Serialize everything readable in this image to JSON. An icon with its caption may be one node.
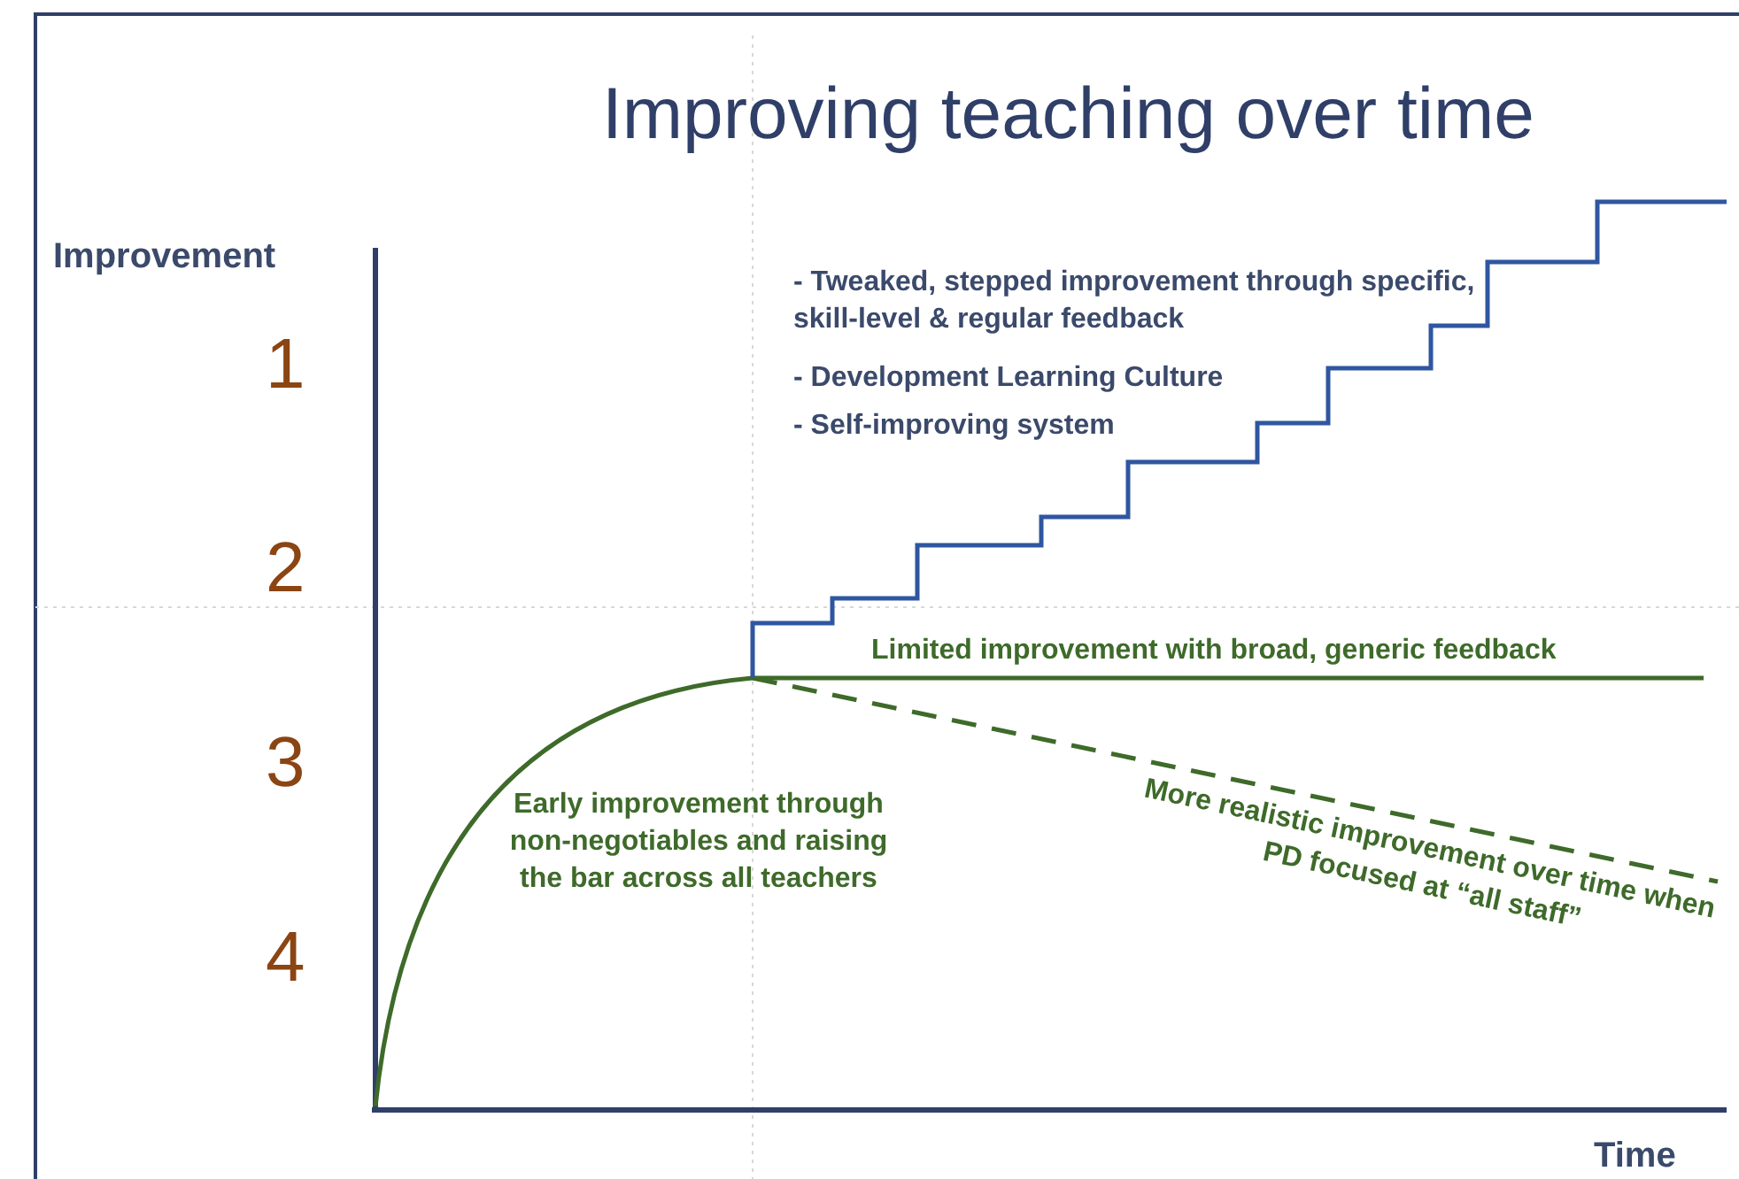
{
  "diagram": {
    "title": "Improving teaching over time",
    "labels": [
      "Improvement",
      "1",
      "- Tweaked, stepped improvement through specific, skill-level & regular feedback",
      "- Development Learning Culture",
      "- Self-improving system",
      "2",
      "Limited improvement with broad, generic feedback",
      "3",
      "More realistic improvement over time when PD focused at “all staff”",
      "Early improvement through non-negotiables and raising the bar across all teachers",
      "4",
      "Time"
    ]
  }
}
